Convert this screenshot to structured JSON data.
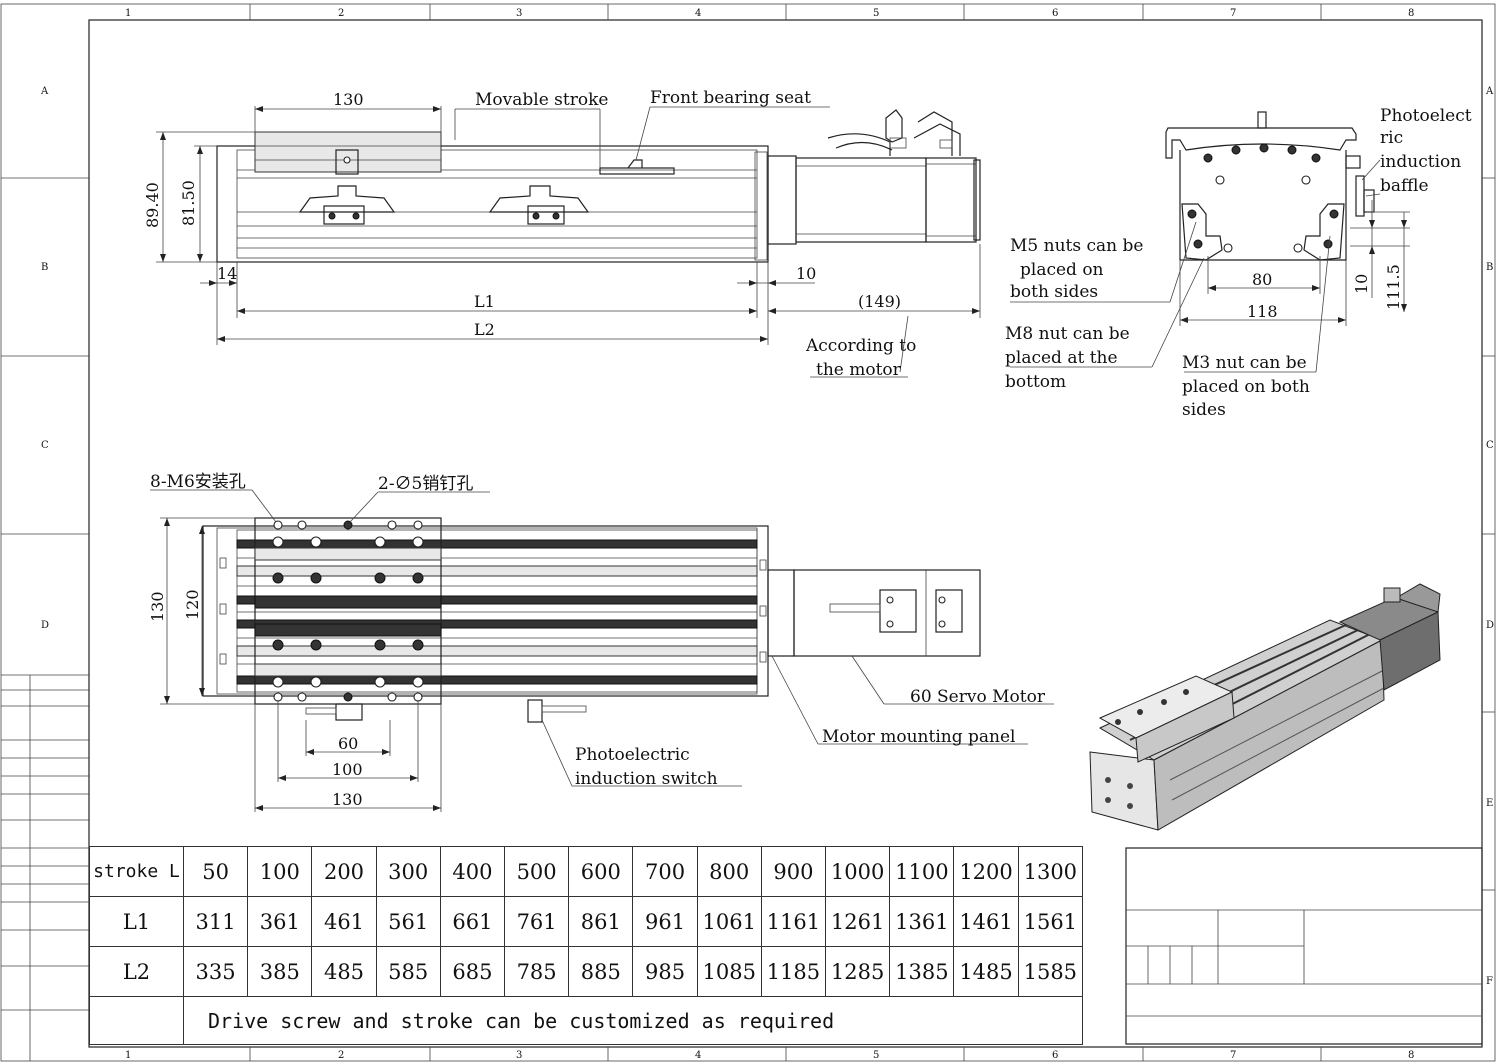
{
  "frame": {
    "column_marks": [
      "1",
      "2",
      "3",
      "4",
      "5",
      "6",
      "7",
      "8"
    ],
    "row_marks": [
      "A",
      "B",
      "C",
      "D",
      "E",
      "F"
    ]
  },
  "side_view": {
    "labels": {
      "movable_stroke": "Movable stroke",
      "front_bearing_seat": "Front bearing seat",
      "according_to_motor_1": "According to",
      "according_to_motor_2": "the motor"
    },
    "dims": {
      "d130": "130",
      "d89": "89.40",
      "d81": "81.50",
      "d14": "14",
      "d10": "10",
      "d149": "(149)",
      "L1": "L1",
      "L2": "L2"
    }
  },
  "end_view": {
    "labels": {
      "photo_1": "Photoelect",
      "photo_2": "ric",
      "photo_3": "induction",
      "photo_4": "baffle",
      "m5_1": "M5 nuts can be",
      "m5_2": "placed on",
      "m5_3": "both sides",
      "m8_1": "M8 nut can be",
      "m8_2": "placed at the",
      "m8_3": "bottom",
      "m3_1": "M3 nut can be",
      "m3_2": "placed on both",
      "m3_3": "sides"
    },
    "dims": {
      "d80": "80",
      "d118": "118",
      "d10": "10",
      "d111": "111.5"
    }
  },
  "top_view": {
    "labels": {
      "m6_holes": "8-M6安装孔",
      "pin_holes": "2-∅5销钉孔",
      "servo_motor": "60 Servo Motor",
      "mount_panel": "Motor mounting panel",
      "photo_switch_1": "Photoelectric",
      "photo_switch_2": "induction switch"
    },
    "dims": {
      "d130v": "130",
      "d120v": "120",
      "d60": "60",
      "d100": "100",
      "d130h": "130"
    }
  },
  "table": {
    "rows": [
      {
        "label": "stroke L",
        "values": [
          "50",
          "100",
          "200",
          "300",
          "400",
          "500",
          "600",
          "700",
          "800",
          "900",
          "1000",
          "1100",
          "1200",
          "1300"
        ]
      },
      {
        "label": "L1",
        "values": [
          "311",
          "361",
          "461",
          "561",
          "661",
          "761",
          "861",
          "961",
          "1061",
          "1161",
          "1261",
          "1361",
          "1461",
          "1561"
        ]
      },
      {
        "label": "L2",
        "values": [
          "335",
          "385",
          "485",
          "585",
          "685",
          "785",
          "885",
          "985",
          "1085",
          "1185",
          "1285",
          "1385",
          "1485",
          "1585"
        ]
      }
    ],
    "note": "Drive screw and stroke can be customized as required"
  }
}
